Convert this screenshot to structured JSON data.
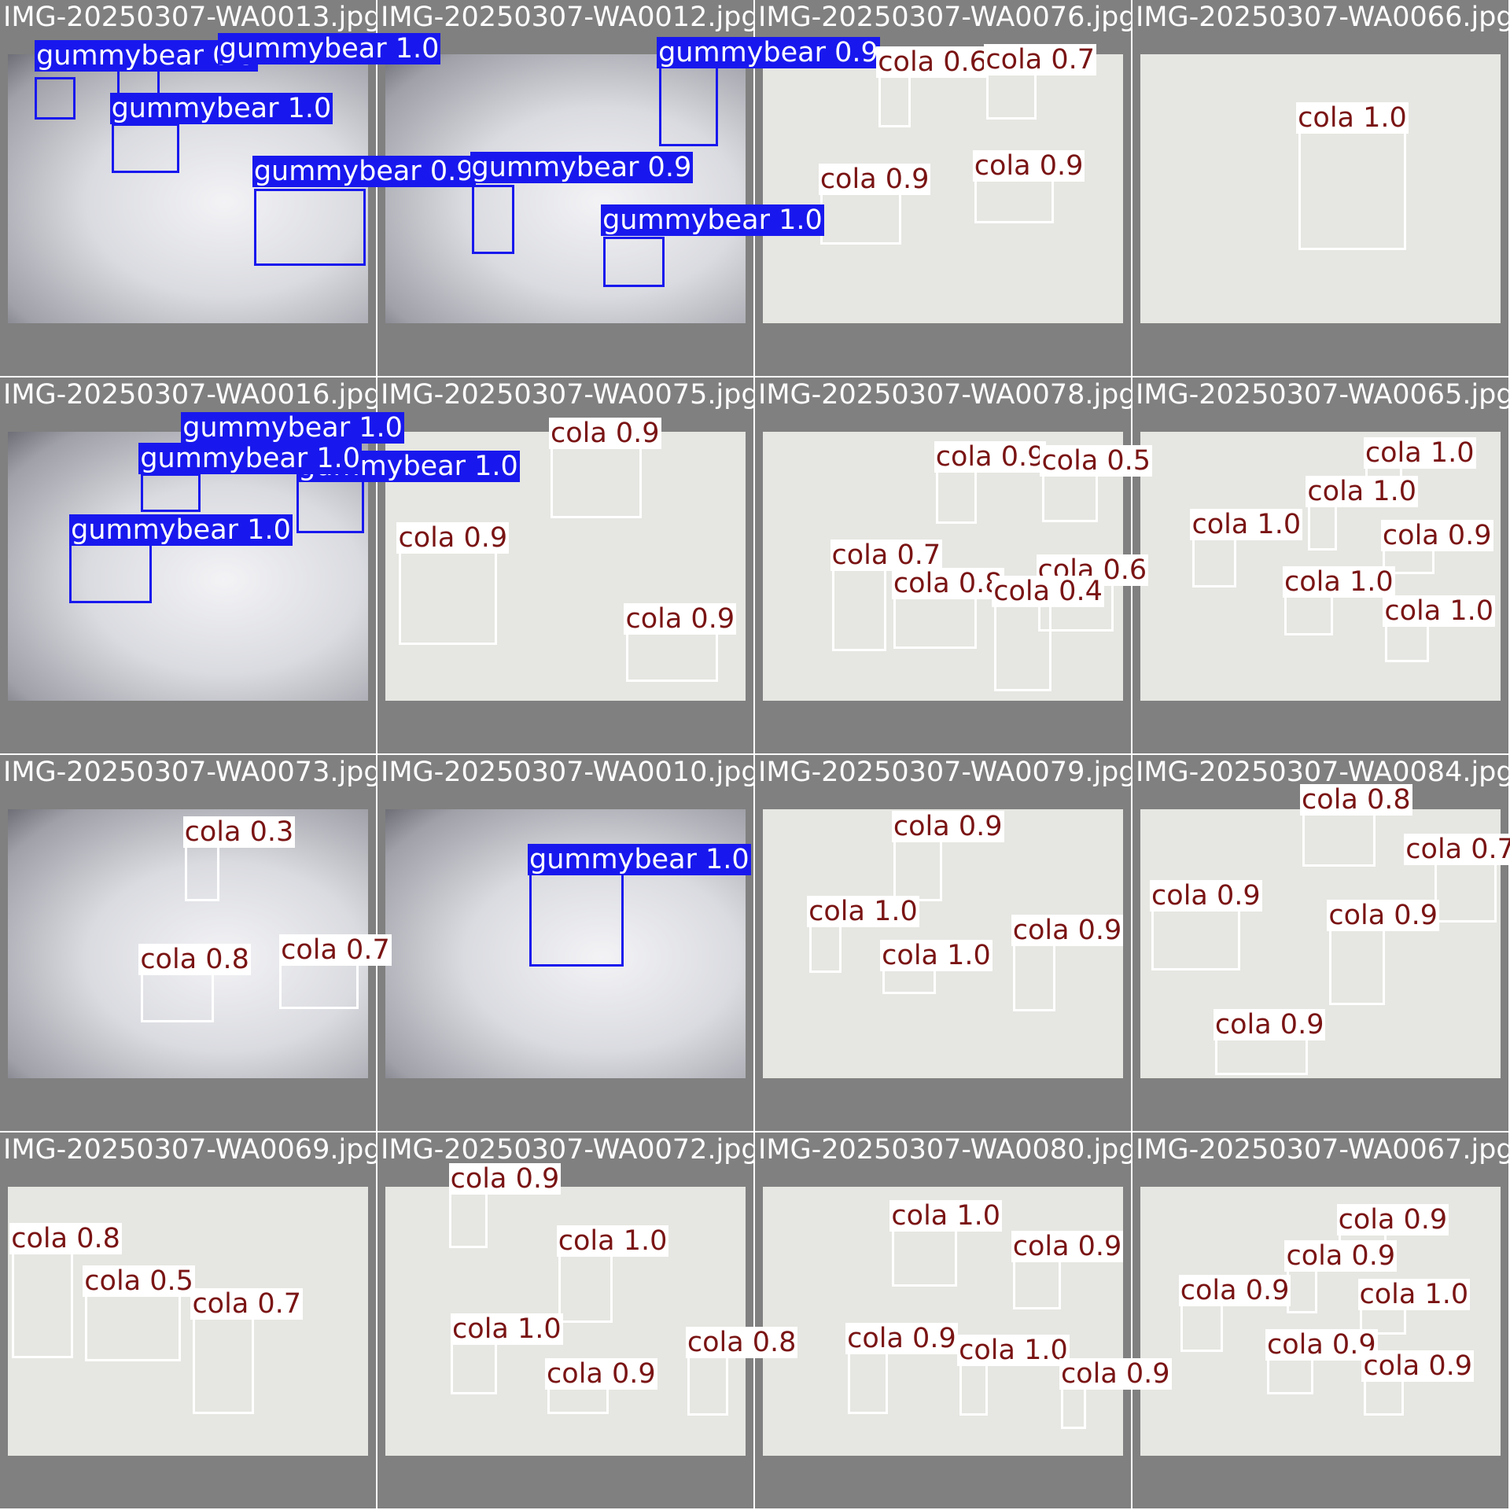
{
  "classes": {
    "cola": {
      "box_color": "#ffffff",
      "label_text_color": "#7a1414"
    },
    "gummybear": {
      "box_color": "#1818ee",
      "label_text_color": "#ffffff"
    }
  },
  "tiles": [
    {
      "filename": "IMG-20250307-WA0013.jpg",
      "bg": "dim",
      "candies": [],
      "detections": [
        {
          "cls": "gummy",
          "label": "gummybear 0.9"
        },
        {
          "cls": "gummy",
          "label": "gummybear 1.0"
        },
        {
          "cls": "gummy",
          "label": "gummybear 1.0"
        },
        {
          "cls": "gummy",
          "label": "gummybear 0.9"
        }
      ]
    },
    {
      "filename": "IMG-20250307-WA0012.jpg",
      "bg": "dim",
      "detections": [
        {
          "cls": "gummy",
          "label": "gummybear 0.9"
        },
        {
          "cls": "gummy",
          "label": "gummybear 0.9"
        },
        {
          "cls": "gummy",
          "label": "gummybear 1.0"
        }
      ]
    },
    {
      "filename": "IMG-20250307-WA0076.jpg",
      "bg": "paper",
      "detections": [
        {
          "cls": "cola",
          "label": "cola 0.6"
        },
        {
          "cls": "cola",
          "label": "cola 0.7"
        },
        {
          "cls": "cola",
          "label": "cola 0.9"
        },
        {
          "cls": "cola",
          "label": "cola 0.9"
        }
      ]
    },
    {
      "filename": "IMG-20250307-WA0066.jpg",
      "bg": "paper",
      "detections": [
        {
          "cls": "cola",
          "label": "cola 1.0"
        }
      ]
    },
    {
      "filename": "IMG-20250307-WA0016.jpg",
      "bg": "dim",
      "detections": [
        {
          "cls": "gummy",
          "label": "gummybear 1.0"
        },
        {
          "cls": "gummy",
          "label": "gummybear 1.0"
        },
        {
          "cls": "gummy",
          "label": "gummybear 1.0"
        },
        {
          "cls": "gummy",
          "label": "gummybear 1.0"
        }
      ]
    },
    {
      "filename": "IMG-20250307-WA0075.jpg",
      "bg": "paper",
      "detections": [
        {
          "cls": "cola",
          "label": "cola 0.9"
        },
        {
          "cls": "cola",
          "label": "cola 0.9"
        },
        {
          "cls": "cola",
          "label": "cola 0.9"
        }
      ]
    },
    {
      "filename": "IMG-20250307-WA0078.jpg",
      "bg": "paper",
      "detections": [
        {
          "cls": "cola",
          "label": "cola 0.9"
        },
        {
          "cls": "cola",
          "label": "cola 0.5"
        },
        {
          "cls": "cola",
          "label": "cola 0.7"
        },
        {
          "cls": "cola",
          "label": "cola 0.8"
        },
        {
          "cls": "cola",
          "label": "cola 0.6"
        },
        {
          "cls": "cola",
          "label": "cola 0.4"
        }
      ]
    },
    {
      "filename": "IMG-20250307-WA0065.jpg",
      "bg": "paper",
      "detections": [
        {
          "cls": "cola",
          "label": "cola 1.0"
        },
        {
          "cls": "cola",
          "label": "cola 1.0"
        },
        {
          "cls": "cola",
          "label": "cola 1.0"
        },
        {
          "cls": "cola",
          "label": "cola 0.9"
        },
        {
          "cls": "cola",
          "label": "cola 1.0"
        },
        {
          "cls": "cola",
          "label": "cola 1.0"
        }
      ]
    },
    {
      "filename": "IMG-20250307-WA0073.jpg",
      "bg": "dim",
      "detections": [
        {
          "cls": "cola",
          "label": "cola 0.3"
        },
        {
          "cls": "cola",
          "label": "cola 0.8"
        },
        {
          "cls": "cola",
          "label": "cola 0.7"
        }
      ]
    },
    {
      "filename": "IMG-20250307-WA0010.jpg",
      "bg": "dim",
      "detections": [
        {
          "cls": "gummy",
          "label": "gummybear 1.0"
        }
      ]
    },
    {
      "filename": "IMG-20250307-WA0079.jpg",
      "bg": "paper",
      "detections": [
        {
          "cls": "cola",
          "label": "cola 0.9"
        },
        {
          "cls": "cola",
          "label": "cola 1.0"
        },
        {
          "cls": "cola",
          "label": "cola 1.0"
        },
        {
          "cls": "cola",
          "label": "cola 0.9"
        }
      ]
    },
    {
      "filename": "IMG-20250307-WA0084.jpg",
      "bg": "paper",
      "detections": [
        {
          "cls": "cola",
          "label": "cola 0.8"
        },
        {
          "cls": "cola",
          "label": "cola 0.7"
        },
        {
          "cls": "cola",
          "label": "cola 0.9"
        },
        {
          "cls": "cola",
          "label": "cola 0.9"
        },
        {
          "cls": "cola",
          "label": "cola 0.9"
        }
      ]
    },
    {
      "filename": "IMG-20250307-WA0069.jpg",
      "bg": "paper",
      "detections": [
        {
          "cls": "cola",
          "label": "cola 0.8"
        },
        {
          "cls": "cola",
          "label": "cola 0.5"
        },
        {
          "cls": "cola",
          "label": "cola 0.7"
        }
      ]
    },
    {
      "filename": "IMG-20250307-WA0072.jpg",
      "bg": "paper",
      "detections": [
        {
          "cls": "cola",
          "label": "cola 0.9"
        },
        {
          "cls": "cola",
          "label": "cola 1.0"
        },
        {
          "cls": "cola",
          "label": "cola 1.0"
        },
        {
          "cls": "cola",
          "label": "cola 0.9"
        },
        {
          "cls": "cola",
          "label": "cola 0.8"
        }
      ]
    },
    {
      "filename": "IMG-20250307-WA0080.jpg",
      "bg": "paper",
      "detections": [
        {
          "cls": "cola",
          "label": "cola 1.0"
        },
        {
          "cls": "cola",
          "label": "cola 0.9"
        },
        {
          "cls": "cola",
          "label": "cola 0.9"
        },
        {
          "cls": "cola",
          "label": "cola 1.0"
        },
        {
          "cls": "cola",
          "label": "cola 0.9"
        }
      ]
    },
    {
      "filename": "IMG-20250307-WA0067.jpg",
      "bg": "paper",
      "detections": [
        {
          "cls": "cola",
          "label": "cola 0.9"
        },
        {
          "cls": "cola",
          "label": "cola 0.9"
        },
        {
          "cls": "cola",
          "label": "cola 0.9"
        },
        {
          "cls": "cola",
          "label": "cola 1.0"
        },
        {
          "cls": "cola",
          "label": "cola 0.9"
        },
        {
          "cls": "cola",
          "label": "cola 0.9"
        }
      ]
    }
  ]
}
